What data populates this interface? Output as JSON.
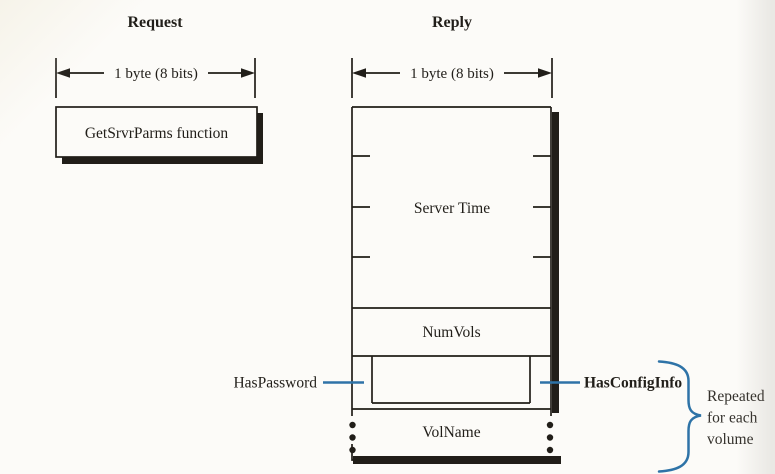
{
  "figure": {
    "request": {
      "header": "Request",
      "byte_width_label": "1 byte (8 bits)",
      "function_box_label": "GetSrvrParms function"
    },
    "reply": {
      "header": "Reply",
      "byte_width_label": "1 byte (8 bits)",
      "server_time_label": "Server Time",
      "num_vols_label": "NumVols",
      "vol_name_label": "VolName"
    },
    "callouts": {
      "has_password_label": "HasPassword",
      "has_config_info_label": "HasConfigInfo"
    },
    "repeat_note": {
      "line1": "Repeated",
      "line2": "for each",
      "line3": "volume"
    },
    "colors": {
      "accent_blue": "#2e73a7",
      "ink": "#211e19",
      "paper": "#fcfbf8"
    }
  }
}
